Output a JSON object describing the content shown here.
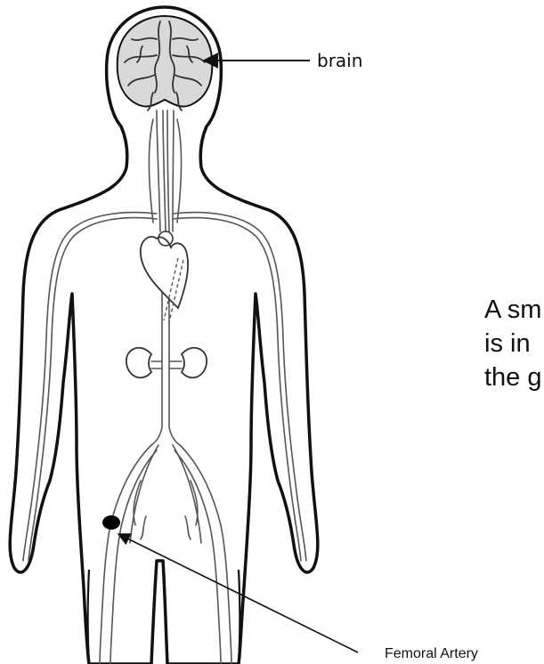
{
  "labels": {
    "brain": "brain",
    "femoral_artery": "Femoral Artery"
  },
  "caption": {
    "lines": [
      "A sm",
      "is in",
      "the g"
    ]
  },
  "colors": {
    "outline": "#111111",
    "brain_fill": "#d9d9d9",
    "vessel": "#555555",
    "marker": "#000000",
    "background": "#ffffff"
  },
  "icons": {
    "marker": "catheter-insertion-dot"
  }
}
